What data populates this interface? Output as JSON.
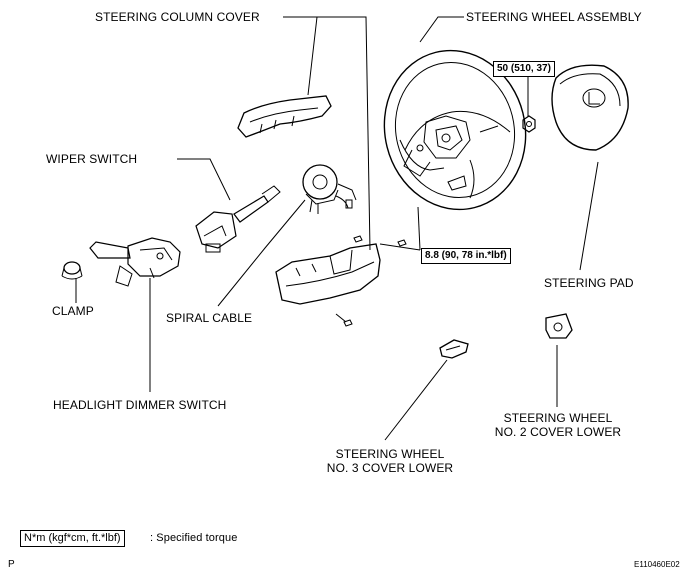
{
  "labels": {
    "steering_column_cover": "STEERING COLUMN COVER",
    "steering_wheel_assembly": "STEERING WHEEL ASSEMBLY",
    "wiper_switch": "WIPER SWITCH",
    "clamp": "CLAMP",
    "spiral_cable": "SPIRAL CABLE",
    "headlight_dimmer_switch": "HEADLIGHT DIMMER SWITCH",
    "steering_pad": "STEERING PAD",
    "steering_wheel_no2_cover_lower": [
      "STEERING WHEEL",
      "NO. 2 COVER LOWER"
    ],
    "steering_wheel_no3_cover_lower": [
      "STEERING WHEEL",
      "NO. 3 COVER LOWER"
    ]
  },
  "torques": {
    "nut": "50 (510, 37)",
    "screw": "8.8 (90, 78 in.*lbf)"
  },
  "legend": {
    "unit": "N*m (kgf*cm, ft.*lbf)",
    "description": ": Specified torque"
  },
  "footer": {
    "corner_letter": "P",
    "figure_code": "E110460E02"
  }
}
